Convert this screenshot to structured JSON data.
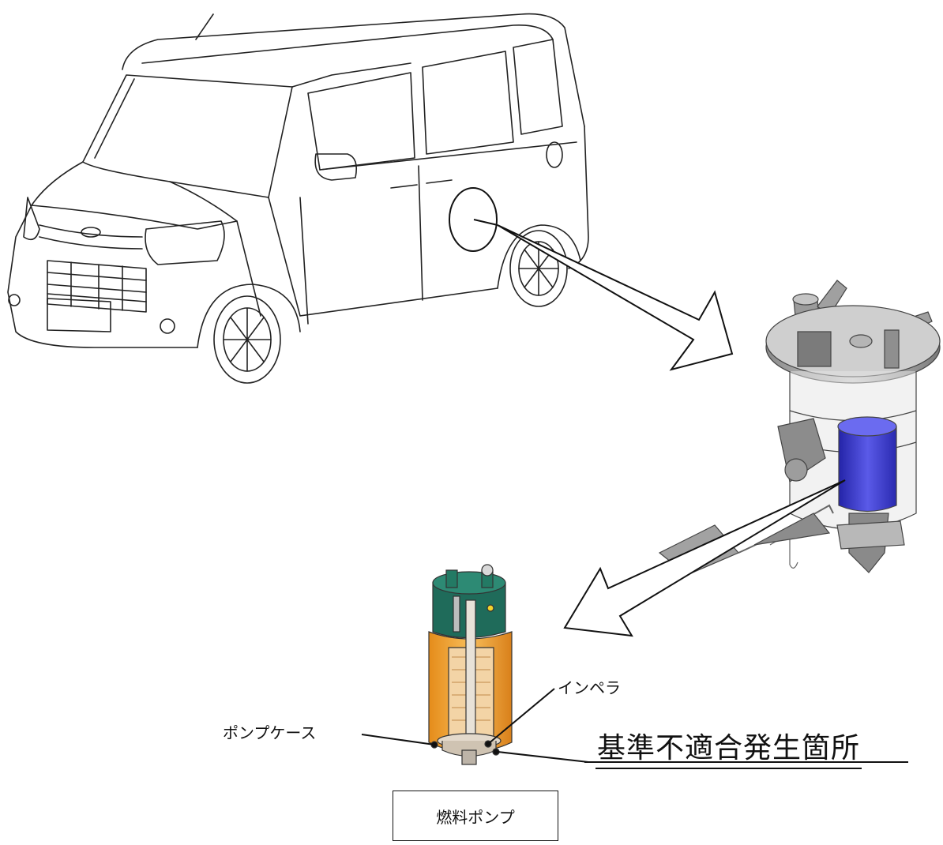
{
  "labels": {
    "impeller": "インペラ",
    "pump_case": "ポンプケース",
    "defect_location": "基準不適合発生箇所",
    "caption": "燃料ポンプ"
  },
  "colors": {
    "line": "#111111",
    "pump_body": "#f2a33c",
    "pump_cap": "#1f6b5a",
    "motor_blue": "#3d3dcc",
    "module_gray": "#a9a9a9"
  }
}
